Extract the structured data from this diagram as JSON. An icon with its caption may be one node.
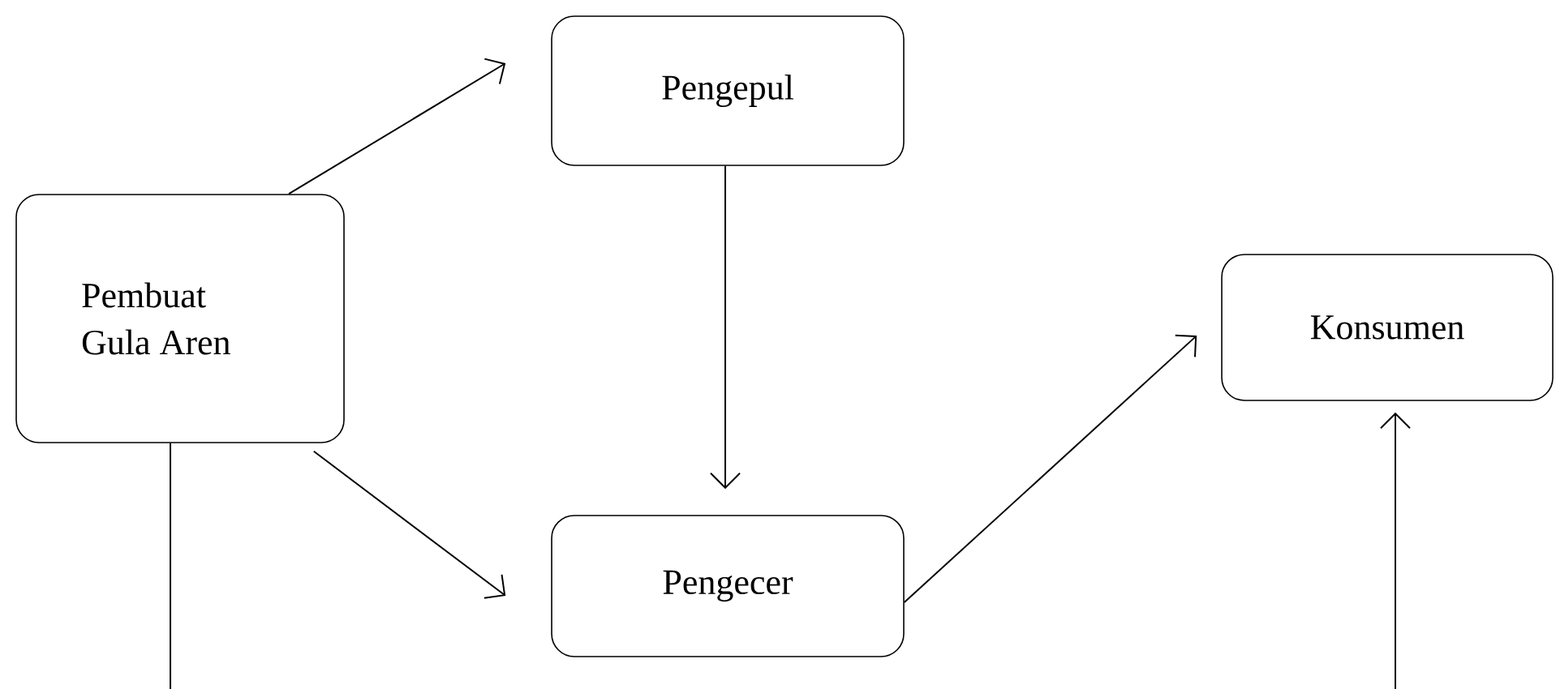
{
  "diagram": {
    "nodes": [
      {
        "text": [
          "Pembuat Gula Aren"
        ]
      },
      {
        "text": [
          "Pengepul"
        ]
      },
      {
        "text": [
          "Pengecer"
        ]
      },
      {
        "text": [
          "Konsumen"
        ]
      }
    ],
    "edges": [
      {
        "from": 0,
        "to": 1,
        "arrow": "to"
      },
      {
        "from": 0,
        "to": 2,
        "arrow": "to"
      },
      {
        "from": 1,
        "to": 2,
        "arrow": "to"
      },
      {
        "from": 2,
        "to": 3,
        "arrow": "to"
      },
      {
        "from": 0,
        "to": null,
        "arrow": "none"
      },
      {
        "from": null,
        "to": 3,
        "arrow": "to"
      }
    ]
  }
}
